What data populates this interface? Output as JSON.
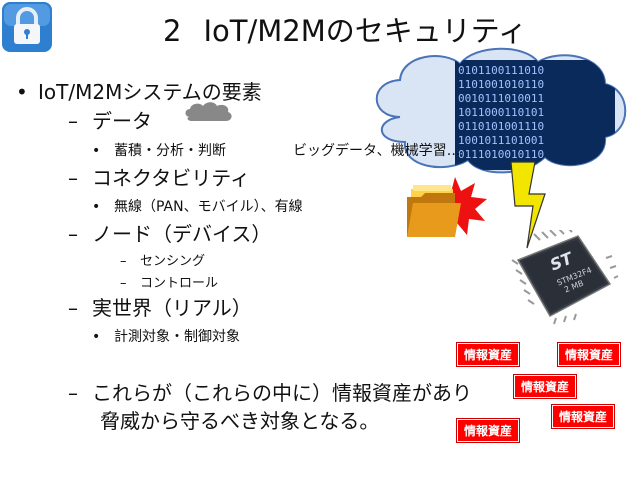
{
  "slide": {
    "number": "2",
    "title": "IoT/M2Mのセキュリティ",
    "items": {
      "system": "IoT/M2Mシステムの要素",
      "data": "データ",
      "data_sub": "蓄積・分析・判断",
      "data_sub_right": "ビッグデータ、機械学習…",
      "connectivity": "コネクタビリティ",
      "connectivity_sub": "無線（PAN、モバイル）、有線",
      "node": "ノード（デバイス）",
      "node_sub1": "センシング",
      "node_sub2": "コントロール",
      "real": "実世界（リアル）",
      "real_sub": "計測対象・制御対象",
      "conclusion_line1": "これらが（これらの中に）情報資産があり",
      "conclusion_line2": "脅威から守るべき対象となる。"
    },
    "chip_text": {
      "brand": "ST",
      "model": "STM32F4",
      "capacity": "2 MB"
    },
    "tags": [
      "情報資産",
      "情報資産",
      "情報資産",
      "情報資産",
      "情報資産"
    ]
  },
  "colors": {
    "lock_bg": "#2f7fd1",
    "tag_bg": "#ff0000",
    "binary_bg": "#0b2a5c",
    "folder": "#e89a1c",
    "lightning": "#f2e600"
  },
  "icons": {
    "lock": "padlock-icon",
    "cloud": "cloud-icon",
    "folder": "folder-icon",
    "lightning": "lightning-icon",
    "chip": "microcontroller-icon"
  }
}
